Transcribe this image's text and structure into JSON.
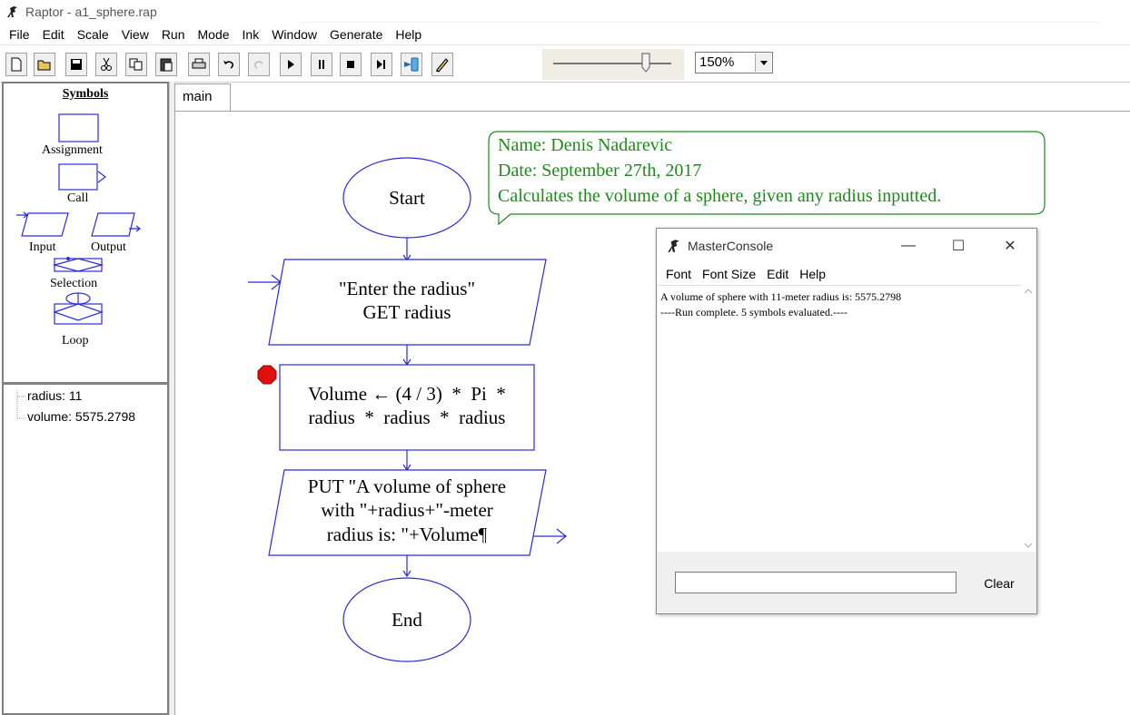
{
  "window": {
    "title": "Raptor - a1_sphere.rap"
  },
  "menubar": {
    "items": [
      "File",
      "Edit",
      "Scale",
      "View",
      "Run",
      "Mode",
      "Ink",
      "Window",
      "Generate",
      "Help"
    ]
  },
  "toolbar": {
    "buttons": [
      "new-icon",
      "open-icon",
      "save-icon",
      "cut-icon",
      "copy-icon",
      "paste-icon",
      "print-icon",
      "undo-icon",
      "redo-icon",
      "play-icon",
      "pause-icon",
      "stop-icon",
      "step-icon",
      "test-server-icon",
      "pen-icon"
    ],
    "zoom": "150%"
  },
  "symbols": {
    "heading": "Symbols",
    "assignment": "Assignment",
    "call": "Call",
    "input": "Input",
    "output": "Output",
    "selection": "Selection",
    "loop": "Loop"
  },
  "variables": {
    "items": [
      "radius: 11",
      "volume: 5575.2798"
    ]
  },
  "tabs": {
    "main": "main"
  },
  "flowchart": {
    "start": "Start",
    "input_line1": "\"Enter the radius\"",
    "input_line2": "GET radius",
    "assign_line1": "Volume ← (4 / 3)  *  Pi  *",
    "assign_line2": "radius  *  radius  *  radius",
    "output_line1": "PUT \"A volume of sphere",
    "output_line2": "with \"+radius+\"-meter",
    "output_line3": "radius is: \"+Volume¶",
    "end": "End"
  },
  "comment": {
    "line1": "Name: Denis Nadarevic",
    "line2": "Date: September 27th, 2017",
    "line3": "Calculates the volume of a sphere, given any radius inputted."
  },
  "console": {
    "title": "MasterConsole",
    "menu": [
      "Font",
      "Font Size",
      "Edit",
      "Help"
    ],
    "output_line1": "A volume of sphere with 11-meter radius is: 5575.2798",
    "output_line2": "----Run complete.  5 symbols evaluated.----",
    "clear_label": "Clear",
    "minimize": "—",
    "maximize": "☐",
    "close": "✕"
  },
  "colors": {
    "flow_stroke": "#2b2bd6",
    "comment_green": "#1e8a1e",
    "breakpoint_red": "#e01010"
  }
}
